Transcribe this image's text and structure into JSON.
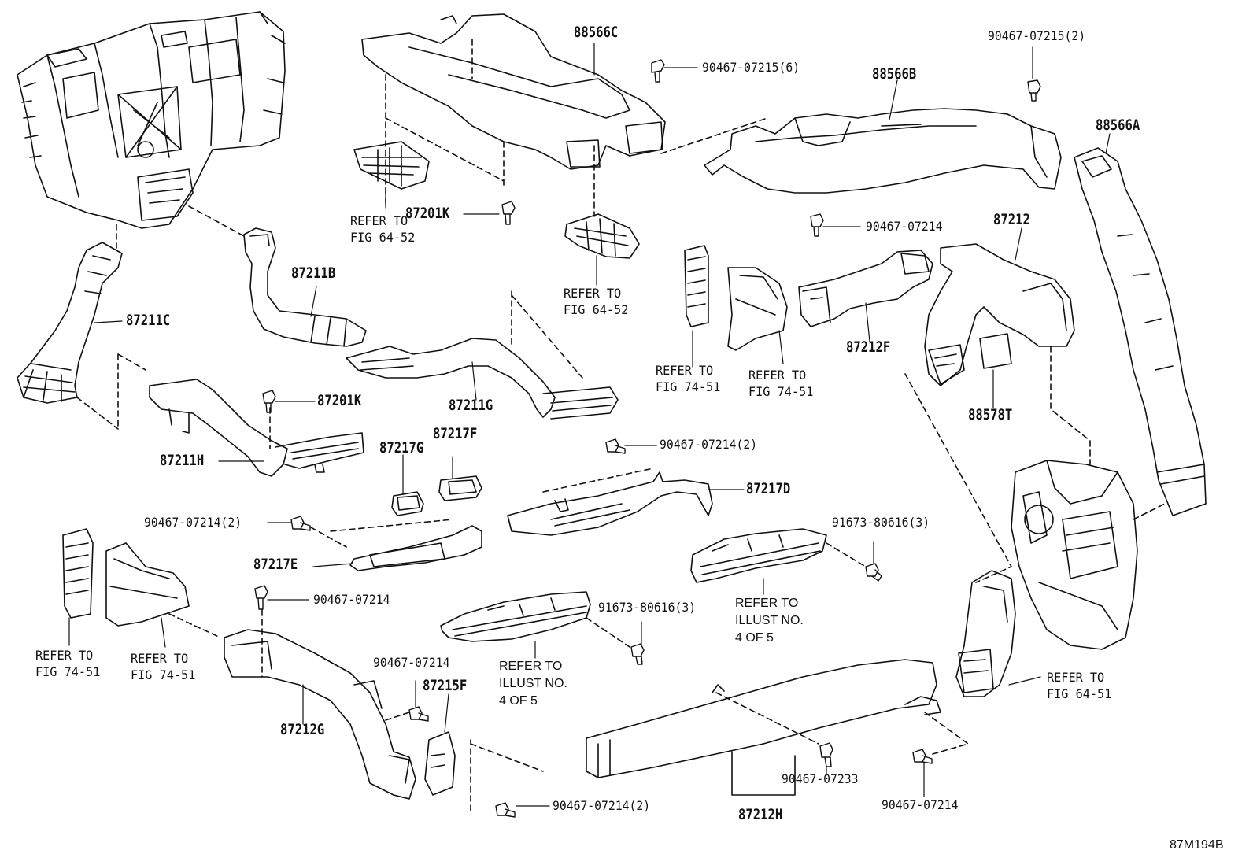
{
  "diagram_code": "87M194B",
  "parts": {
    "p88566C": "88566C",
    "p88566B": "88566B",
    "p88566A": "88566A",
    "p87212": "87212",
    "p87211B": "87211B",
    "p87211C": "87211C",
    "p87201K_a": "87201K",
    "p87201K_b": "87201K",
    "p87212F": "87212F",
    "p87211G": "87211G",
    "p88578T": "88578T",
    "p87211H": "87211H",
    "p87217G": "87217G",
    "p87217F": "87217F",
    "p87217D": "87217D",
    "p87217E": "87217E",
    "p87212G": "87212G",
    "p87215F": "87215F",
    "p87212H": "87212H"
  },
  "fasteners": {
    "f1": "90467-07215(6)",
    "f2": "90467-07215(2)",
    "f3": "90467-07214",
    "f4": "90467-07214(2)",
    "f5": "91673-80616(3)",
    "f6": "90467-07214(2)",
    "f7": "90467-07214",
    "f8": "91673-80616(3)",
    "f9": "90467-07214",
    "f10": "90467-07233",
    "f11": "90467-07214(2)",
    "f12": "90467-07214"
  },
  "references": {
    "r1": "REFER TO\nFIG 64-52",
    "r2": "REFER TO\nFIG 64-52",
    "r3": "REFER TO\nFIG 74-51",
    "r4": "REFER TO\nFIG 74-51",
    "r5": "REFER TO\nILLUST NO.\n4 OF 5",
    "r6": "REFER TO\nFIG 74-51",
    "r7": "REFER TO\nFIG 74-51",
    "r8": "REFER TO\nILLUST NO.\n4 OF 5",
    "r9": "REFER TO\nFIG 64-51"
  }
}
